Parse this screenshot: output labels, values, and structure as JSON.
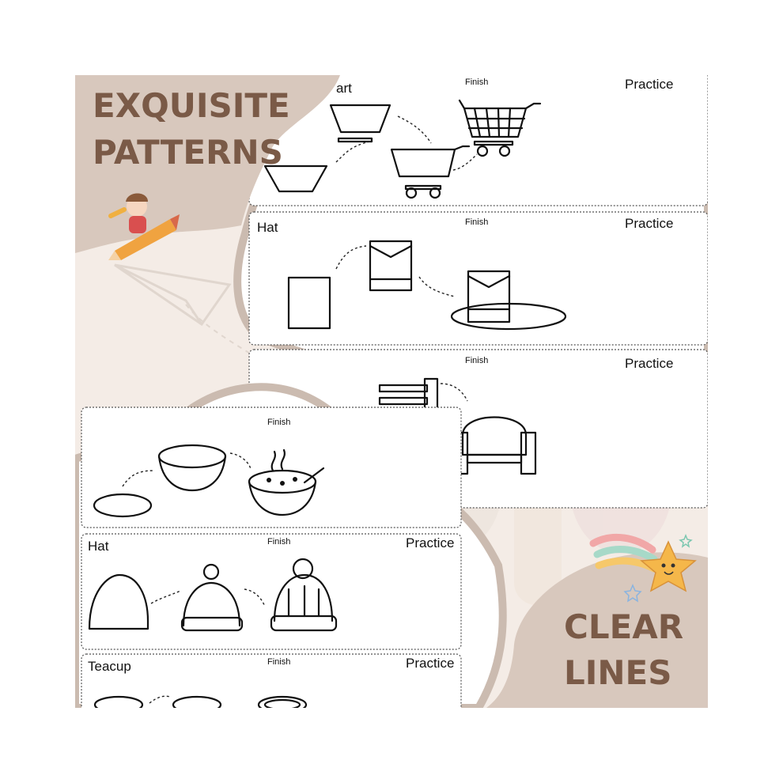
{
  "banner_top": {
    "line1": "EXQUISITE",
    "line2": "PATTERNS"
  },
  "banner_bottom": {
    "line1": "CLEAR",
    "line2": "LINES"
  },
  "top_sheet": {
    "row1": {
      "label": "art",
      "finish": "Finish",
      "practice": "Practice"
    },
    "row2": {
      "label": "Hat",
      "finish": "Finish",
      "practice": "Practice"
    },
    "row3": {
      "finish": "Finish",
      "practice": "Practice"
    }
  },
  "bottom_sheet": {
    "row1": {
      "finish": "Finish"
    },
    "row2": {
      "label": "Hat",
      "finish": "Finish",
      "practice": "Practice"
    },
    "row3": {
      "label": "Teacup",
      "finish": "Finish",
      "practice": "Practice"
    }
  },
  "icons": [
    "cart-icon",
    "top-hat-icon",
    "sofa-icon",
    "bowl-icon",
    "beanie-icon",
    "teacup-icon",
    "paper-plane-icon",
    "shooting-star-icon",
    "butterfly-icon",
    "kid-on-pencil-icon"
  ],
  "colors": {
    "banner_bg": "#d8c8bd",
    "banner_text": "#7a5a47",
    "background": "#f4ece6"
  }
}
